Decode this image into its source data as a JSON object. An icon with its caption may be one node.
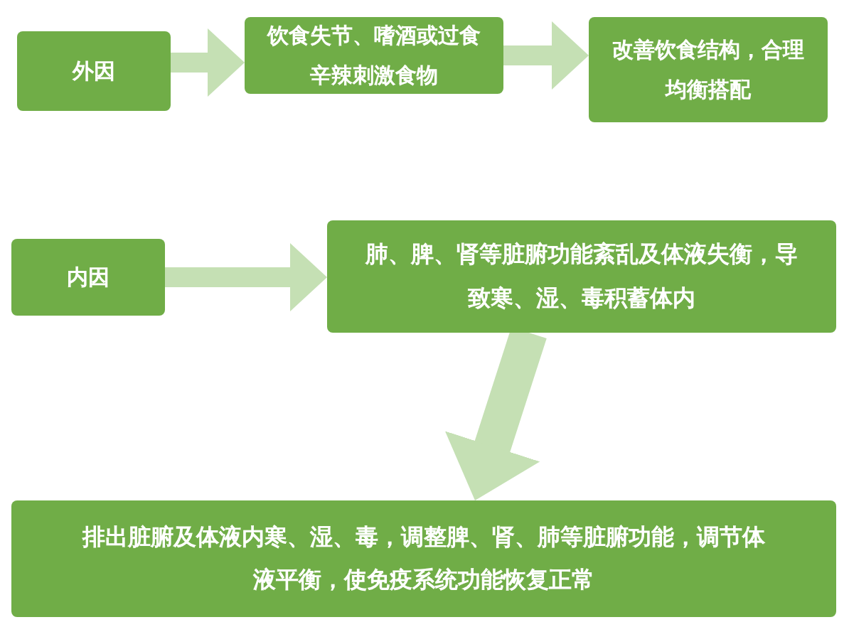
{
  "diagram": {
    "nodes": [
      {
        "text": [
          "外因"
        ]
      },
      {
        "text": [
          "饮食失节、嗜酒或过食辛辣刺激食物"
        ]
      },
      {
        "text": [
          "改善饮食结构，合理均衡搭配"
        ]
      },
      {
        "text": [
          "内因"
        ]
      },
      {
        "text": [
          "肺、脾、肾等脏腑功能紊乱及体液失衡，导致寒、湿、毒积蓄体内"
        ]
      },
      {
        "text": [
          "排出脏腑及体液内寒、湿、毒，调整脾、肾、肺等脏腑功能，调节体液平衡，使免疫系统功能恢复正常"
        ]
      }
    ],
    "edges": [
      {
        "from": 0,
        "to": 1,
        "arrow": "to"
      },
      {
        "from": 1,
        "to": 2,
        "arrow": "to"
      },
      {
        "from": 3,
        "to": 4,
        "arrow": "to"
      },
      {
        "from": 4,
        "to": 5,
        "arrow": "to"
      }
    ]
  }
}
